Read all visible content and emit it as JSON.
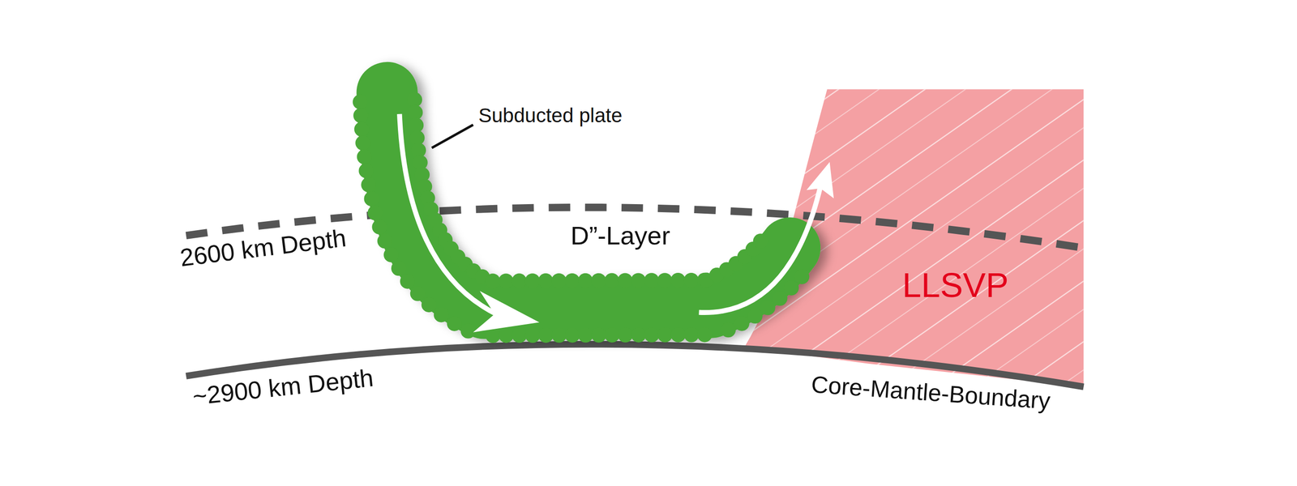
{
  "diagram": {
    "nodes": [
      {
        "text": [
          "LLSVP"
        ]
      }
    ],
    "labels": [
      "Subducted plate",
      "D”-Layer",
      "2600 km Depth",
      "~2900 km Depth",
      "Core-Mantle-Boundary"
    ]
  }
}
